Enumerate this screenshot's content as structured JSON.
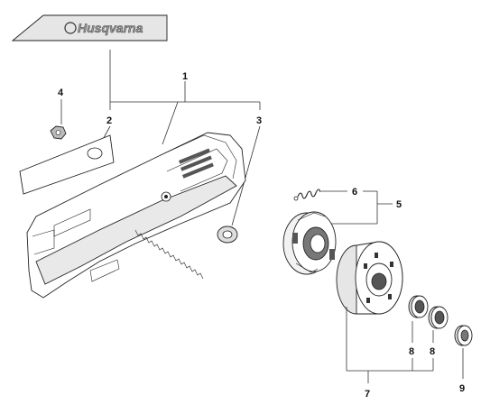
{
  "brand": {
    "logo_text": "Husqvarna"
  },
  "callouts": {
    "c1": "1",
    "c2": "2",
    "c3": "3",
    "c4": "4",
    "c5": "5",
    "c6": "6",
    "c7": "7",
    "c8a": "8",
    "c8b": "8",
    "c9": "9"
  },
  "colors": {
    "line": "#222222",
    "background": "#ffffff",
    "label_fill": "#e6e6e6"
  }
}
